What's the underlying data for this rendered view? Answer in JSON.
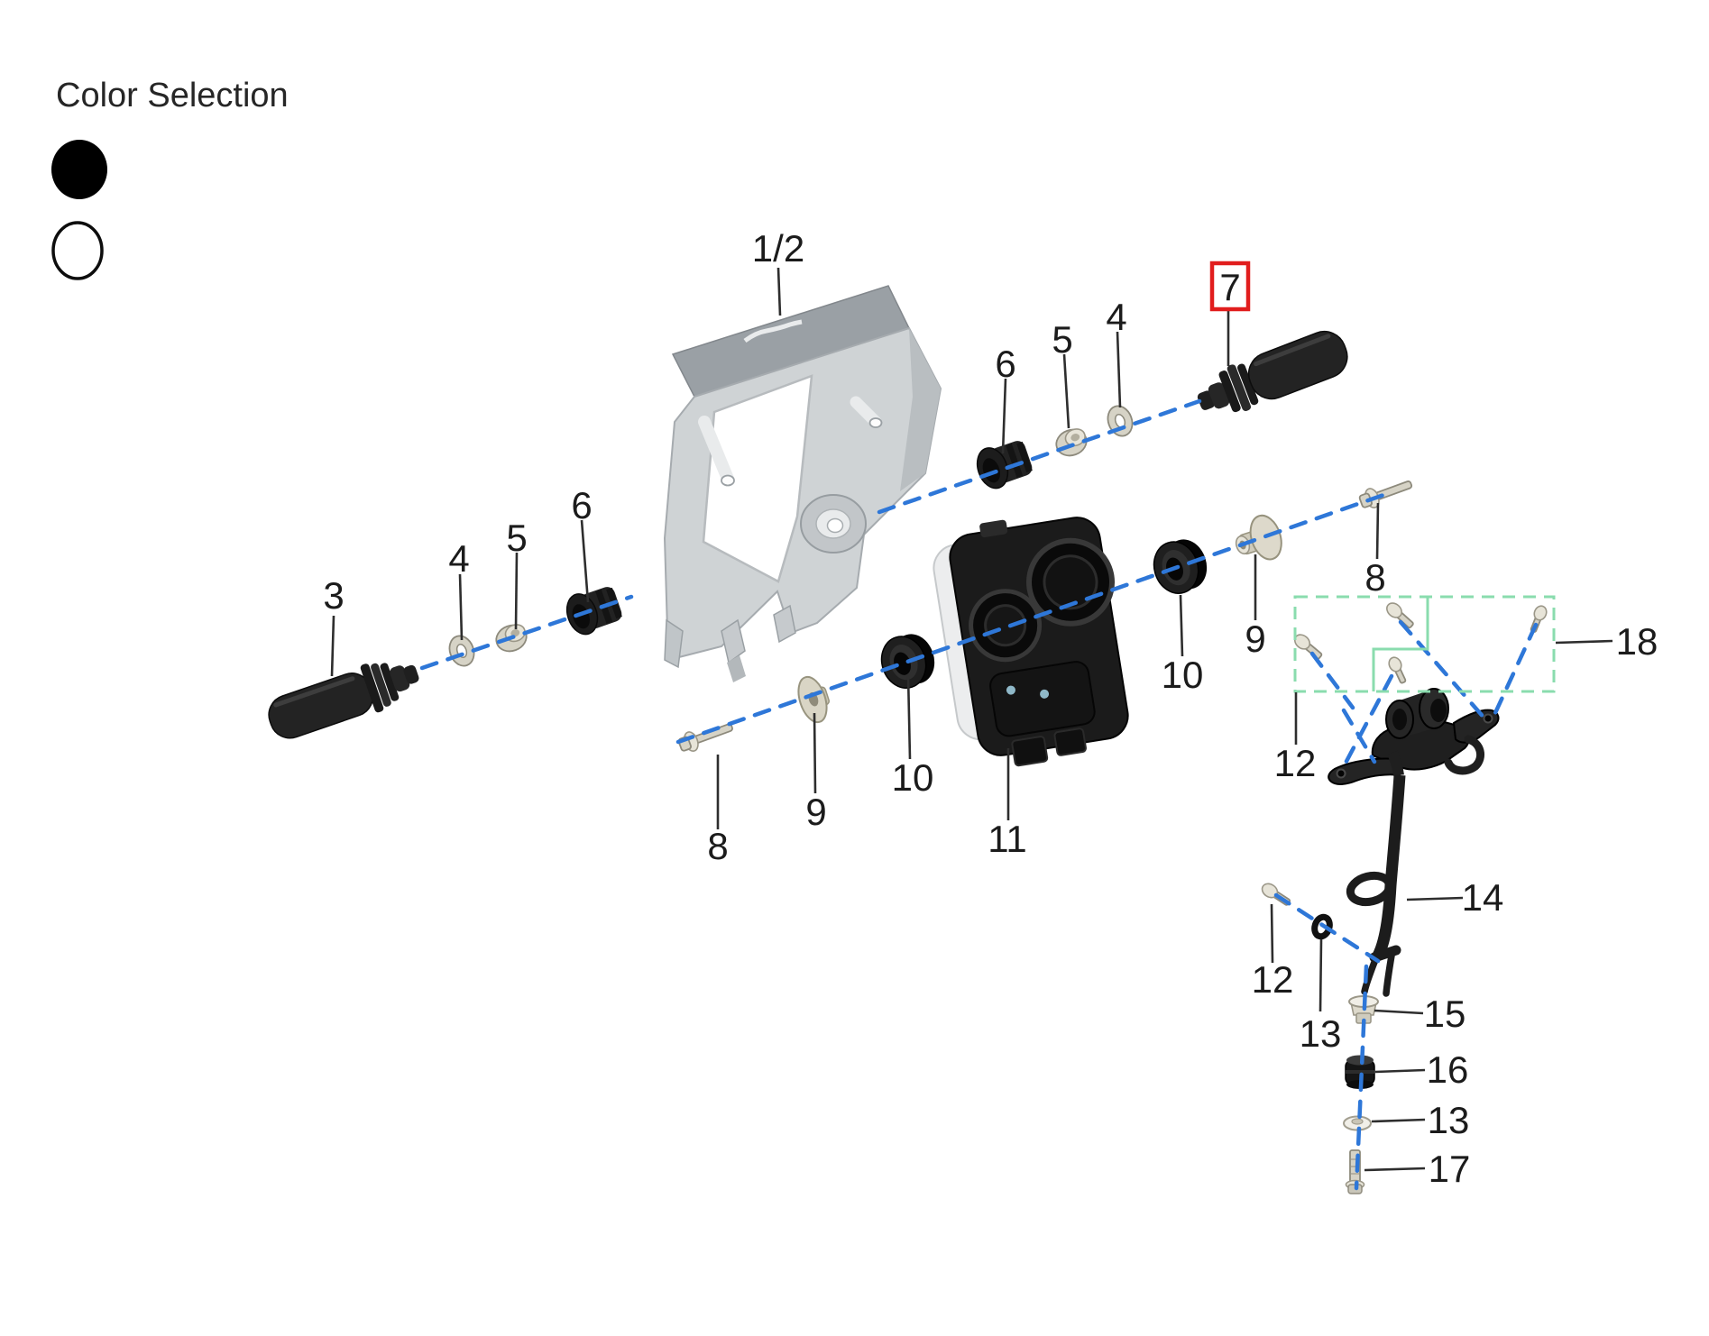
{
  "title": "Color Selection",
  "swatches": [
    {
      "name": "black",
      "hex": "#000000",
      "selected": true
    },
    {
      "name": "white",
      "hex": "#FFFFFF",
      "selected": false
    }
  ],
  "palette": {
    "axis_blue": "#2e77d8",
    "group_box_green": "#8adcae",
    "highlight_red": "#e11d1d",
    "part_black": "#1e1e1e",
    "metal_beige": "#d6d3c6",
    "fairing_gray": "#cfd3d5"
  },
  "highlighted_part": "7",
  "labels": {
    "fairing": "1/2",
    "signal_left": "3",
    "washer_4_left": "4",
    "nut_5_left": "5",
    "grommet_6_left": "6",
    "grommet_6_top": "6",
    "nut_5_top": "5",
    "washer_4_top": "4",
    "signal_right": "7",
    "bolt_8_left": "8",
    "washer_9_left": "9",
    "grommet_10_left": "10",
    "headlight": "11",
    "grommet_10_right": "10",
    "bushing_9_right": "9",
    "bolt_8_right": "8",
    "screw_group": "18",
    "screw_12_upper": "12",
    "screw_12_lower": "12",
    "oring_13_upper": "13",
    "bracket": "14",
    "nut_15": "15",
    "grommet_16": "16",
    "washer_13_lower": "13",
    "bolt_17": "17"
  }
}
